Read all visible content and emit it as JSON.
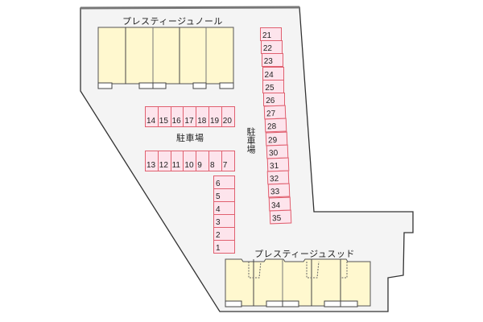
{
  "colors": {
    "lot_fill": "#f4f4f4",
    "outline": "#333333",
    "building_fill": "#fff8cf",
    "slot_fill": "#fde4ec",
    "slot_border": "#e0606f"
  },
  "buildings": {
    "north": {
      "name": "プレスティージュノール",
      "units": 5
    },
    "south": {
      "name": "プレスティージュスッド",
      "units": 5
    }
  },
  "parking_labels": {
    "center": "駐車場",
    "side": "駐車場"
  },
  "parking": {
    "row_top": [
      "14",
      "15",
      "16",
      "17",
      "18",
      "19",
      "20"
    ],
    "row_middle": [
      "13",
      "12",
      "11",
      "10",
      "9",
      "8",
      "7"
    ],
    "column_short": [
      "6",
      "5",
      "4",
      "3",
      "2",
      "1"
    ],
    "column_long": [
      "21",
      "22",
      "23",
      "24",
      "25",
      "26",
      "27",
      "28",
      "29",
      "30",
      "31",
      "32",
      "33",
      "34",
      "35"
    ]
  }
}
